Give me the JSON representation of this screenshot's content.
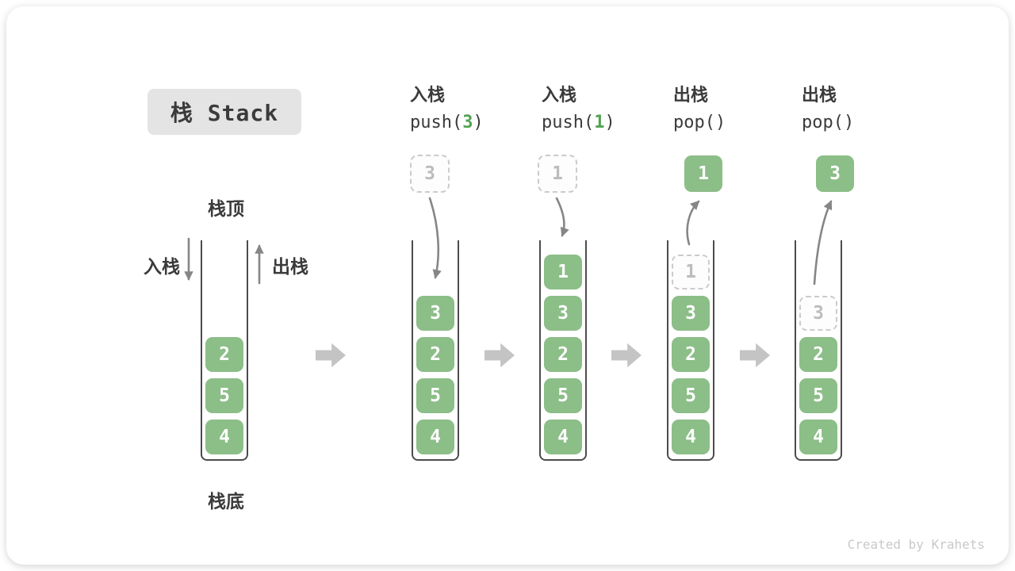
{
  "page": {
    "title_box": "栈 Stack",
    "watermark": "Created by Krahets"
  },
  "side_labels": {
    "stack_top": "栈顶",
    "stack_bottom": "栈底",
    "push": "入栈",
    "pop": "出栈"
  },
  "operations": [
    {
      "kind": "入栈",
      "code_pre": "push(",
      "code_arg": "3",
      "code_post": ")"
    },
    {
      "kind": "入栈",
      "code_pre": "push(",
      "code_arg": "1",
      "code_post": ")"
    },
    {
      "kind": "出栈",
      "code_pre": "pop(",
      "code_arg": "",
      "code_post": ")"
    },
    {
      "kind": "出栈",
      "code_pre": "pop(",
      "code_arg": "",
      "code_post": ")"
    }
  ],
  "floating_values": {
    "incoming": [
      "3",
      "1"
    ],
    "outgoing": [
      "1",
      "3"
    ]
  },
  "stacks": [
    {
      "cells": [
        "2",
        "5",
        "4"
      ]
    },
    {
      "cells": [
        "3",
        "2",
        "5",
        "4"
      ]
    },
    {
      "cells": [
        "1",
        "3",
        "2",
        "5",
        "4"
      ]
    },
    {
      "ghost": "1",
      "cells": [
        "3",
        "2",
        "5",
        "4"
      ]
    },
    {
      "ghost": "3",
      "cells": [
        "2",
        "5",
        "4"
      ]
    }
  ],
  "colors": {
    "cell-green": "#8cbe88",
    "code-green": "#53a352",
    "block-arrow-gray": "#c4c4c4",
    "line-gray": "#868686",
    "dark-text": "#3b3b3b",
    "ghost-border": "#cbcbcb",
    "ghost-text": "#bcbcbc",
    "title-bg": "#e4e4e4",
    "wall-gray": "#4c4c4c",
    "watermark-gray": "#c9c9c9"
  }
}
